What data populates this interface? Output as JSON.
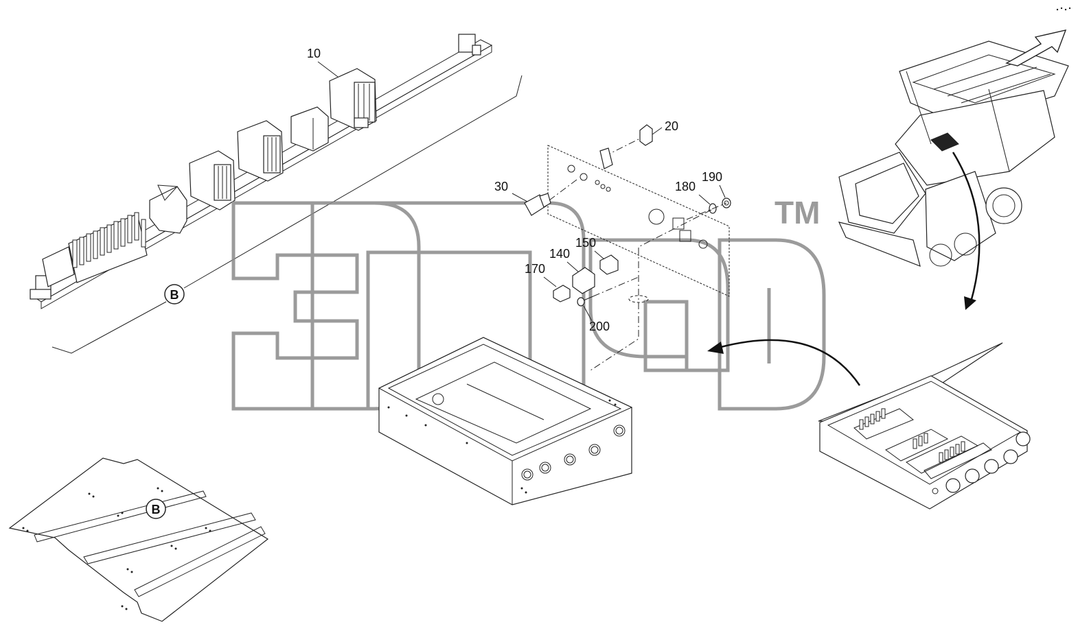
{
  "callouts": {
    "c10": "10",
    "c20": "20",
    "c30": "30",
    "c140": "140",
    "c150": "150",
    "c170": "170",
    "c180": "180",
    "c190": "190",
    "c200": "200"
  },
  "section_markers": {
    "b_rail": "B",
    "b_plate": "B"
  },
  "watermark": {
    "trademark": "TM"
  },
  "icons": [
    "arrow-icon",
    "curved-arrow-icon"
  ],
  "colors": {
    "line": "#222222",
    "watermark": "#8a8a8a",
    "background": "#ffffff"
  }
}
